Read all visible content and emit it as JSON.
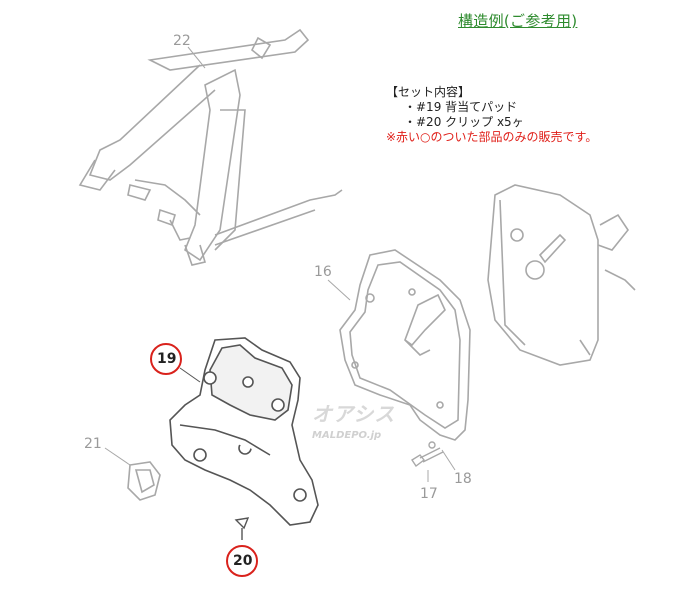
{
  "header": {
    "title": "構造例(ご参考用)"
  },
  "set_contents": {
    "heading": "【セット内容】",
    "items": [
      "・#19 背当てパッド",
      "・#20 クリップ x5ヶ"
    ],
    "note": "※赤い○のついた部品のみの販売です。"
  },
  "parts": {
    "p22": "22",
    "p16": "16",
    "p19": "19",
    "p20": "20",
    "p21": "21",
    "p17": "17",
    "p18": "18"
  },
  "watermark": {
    "main": "オアシス",
    "sub": "MALDEPO.jp"
  },
  "colors": {
    "title": "#2e8b2e",
    "note": "#e0201a",
    "highlight_circle": "#d9221c",
    "line": "#9a9a9a"
  }
}
